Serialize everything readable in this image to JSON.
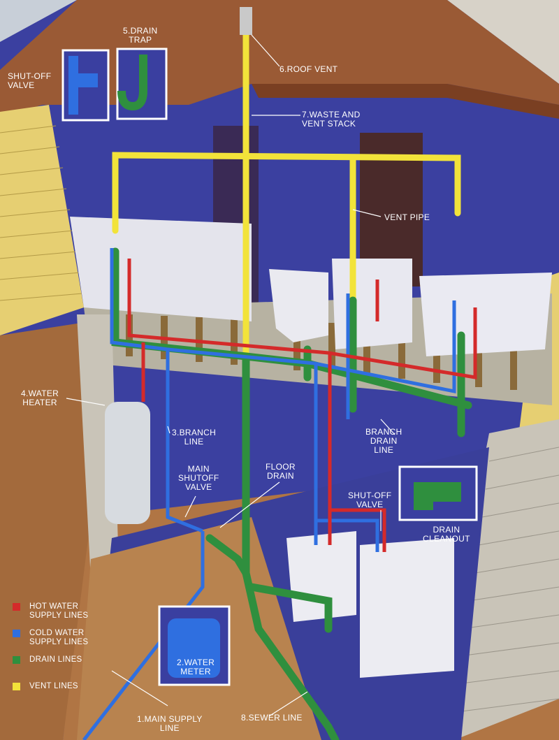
{
  "colors": {
    "hot_water": "#d42a2a",
    "cold_water": "#2f6fe0",
    "drain": "#2f8f3e",
    "vent": "#f2e33a",
    "interior_wall": "#3a3f9a",
    "siding": "#e8d37a",
    "earth": "#a0693c"
  },
  "labels": {
    "shutoff_valve_top": [
      "SHUT-OFF",
      "VALVE"
    ],
    "drain_trap": [
      "5.DRAIN",
      "TRAP"
    ],
    "roof_vent": [
      "6.ROOF VENT"
    ],
    "waste_vent_stack": [
      "7.WASTE AND",
      "VENT STACK"
    ],
    "vent_pipe": [
      "VENT PIPE"
    ],
    "water_heater": [
      "4.WATER",
      "HEATER"
    ],
    "branch_line": [
      "3.BRANCH",
      "LINE"
    ],
    "branch_drain_line": [
      "BRANCH",
      "DRAIN",
      "LINE"
    ],
    "main_shutoff_valve": [
      "MAIN",
      "SHUTOFF",
      "VALVE"
    ],
    "floor_drain": [
      "FLOOR",
      "DRAIN"
    ],
    "shutoff_valve_laundry": [
      "SHUT-OFF",
      "VALVE"
    ],
    "drain_cleanout": [
      "DRAIN",
      "CLEANOUT"
    ],
    "water_meter": [
      "2.WATER",
      "METER"
    ],
    "main_supply_line": [
      "1.MAIN SUPPLY",
      "LINE"
    ],
    "sewer_line": [
      "8.SEWER LINE"
    ]
  },
  "legend": [
    {
      "lines": [
        "HOT WATER",
        "SUPPLY LINES"
      ],
      "color": "#d42a2a"
    },
    {
      "lines": [
        "COLD WATER",
        "SUPPLY LINES"
      ],
      "color": "#2f6fe0"
    },
    {
      "lines": [
        "DRAIN LINES"
      ],
      "color": "#2f8f3e"
    },
    {
      "lines": [
        "VENT LINES"
      ],
      "color": "#f2e33a"
    }
  ]
}
